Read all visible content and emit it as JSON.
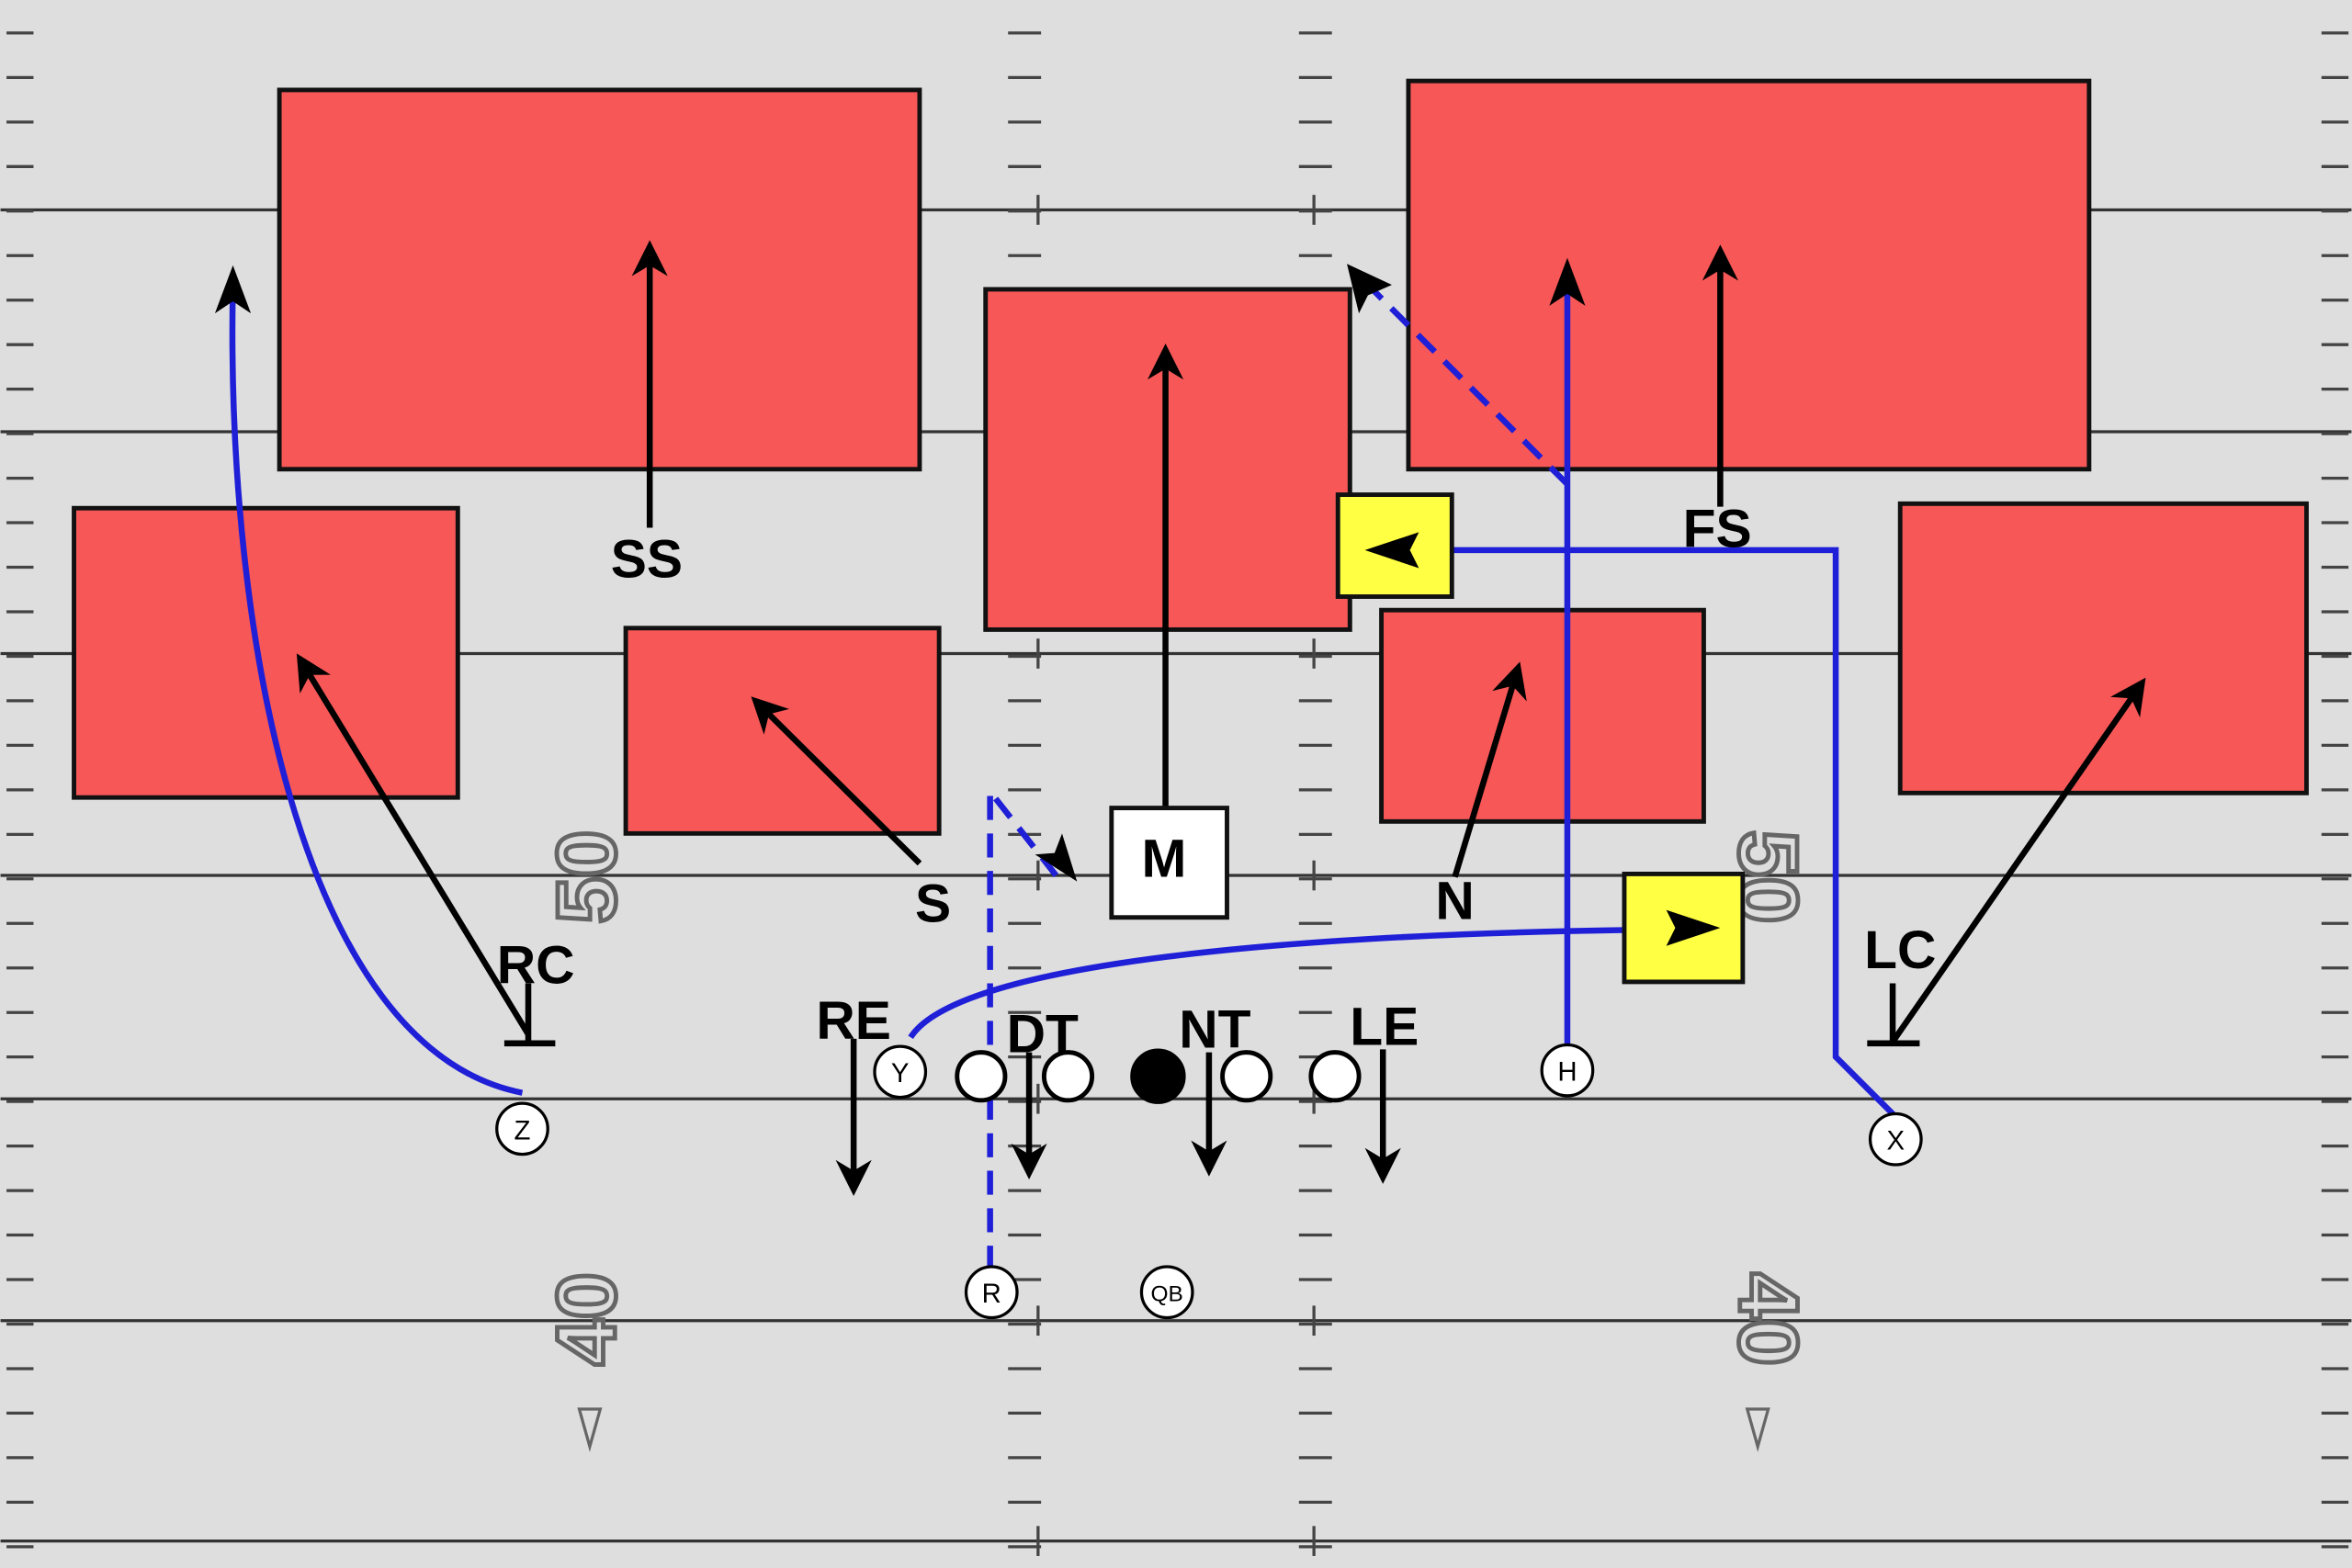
{
  "diagram": {
    "zone_fill": "#f75757",
    "target_fill": "#ffff44",
    "field_color": "#dedede",
    "route_color": "#1f1fd8",
    "defense_color": "#000000",
    "yard_numbers": [
      "40",
      "50",
      "40"
    ]
  },
  "defense": {
    "ss": "SS",
    "fs": "FS",
    "rc": "RC",
    "lc": "LC",
    "s": "S",
    "m": "M",
    "n": "N",
    "re": "RE",
    "dt": "DT",
    "nt": "NT",
    "le": "LE"
  },
  "offense": {
    "z": "Z",
    "y": "Y",
    "r": "R",
    "qb": "QB",
    "h": "H",
    "x": "X"
  }
}
